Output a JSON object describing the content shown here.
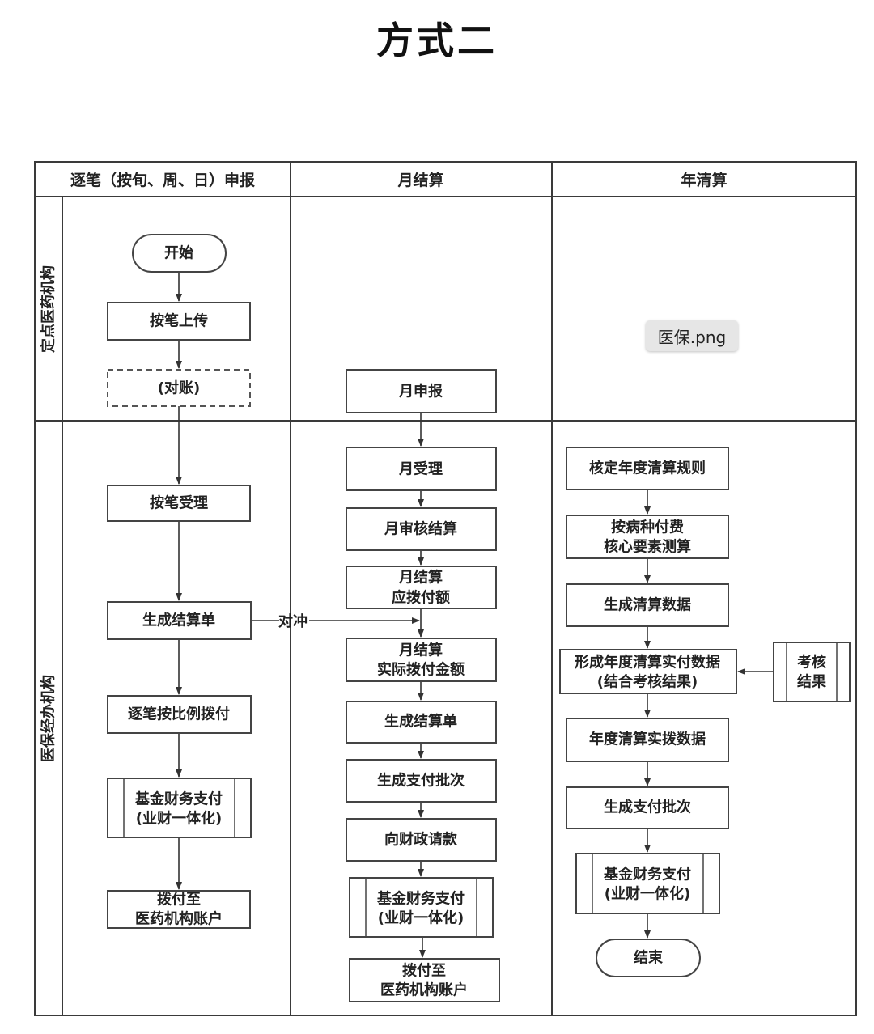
{
  "title": "方式二",
  "file_label": "医保.png",
  "columns": [
    "逐笔（按旬、周、日）申报",
    "月结算",
    "年清算"
  ],
  "lanes": [
    "定点医药机构",
    "医保经办机构"
  ],
  "nodes": {
    "c1_start": "开始",
    "c1_upload": "按笔上传",
    "c1_reconcile": "(对账)",
    "c1_accept": "按笔受理",
    "c1_gen_bill": "生成结算单",
    "c1_pay_ratio": "逐笔按比例拨付",
    "c1_fund_pay": [
      "基金财务支付",
      "(业财一体化)"
    ],
    "c1_to_account": [
      "拨付至",
      "医药机构账户"
    ],
    "c2_month_report": "月申报",
    "c2_month_accept": "月受理",
    "c2_month_audit": "月审核结算",
    "c2_due_amount": [
      "月结算",
      "应拨付额"
    ],
    "c2_actual_amount": [
      "月结算",
      "实际拨付金额"
    ],
    "c2_gen_bill": "生成结算单",
    "c2_gen_batch": "生成支付批次",
    "c2_request_funds": "向财政请款",
    "c2_fund_pay": [
      "基金财务支付",
      "(业财一体化)"
    ],
    "c2_to_account": [
      "拨付至",
      "医药机构账户"
    ],
    "c3_rules": "核定年度清算规则",
    "c3_measure": [
      "按病种付费",
      "核心要素测算"
    ],
    "c3_gen_data": "生成清算数据",
    "c3_form_data": [
      "形成年度清算实付数据",
      "(结合考核结果)"
    ],
    "c3_assess": [
      "考核",
      "结果"
    ],
    "c3_actual_data": "年度清算实拨数据",
    "c3_gen_batch": "生成支付批次",
    "c3_fund_pay": [
      "基金财务支付",
      "(业财一体化)"
    ],
    "c3_end": "结束"
  },
  "edge_labels": {
    "offset": "对冲"
  }
}
